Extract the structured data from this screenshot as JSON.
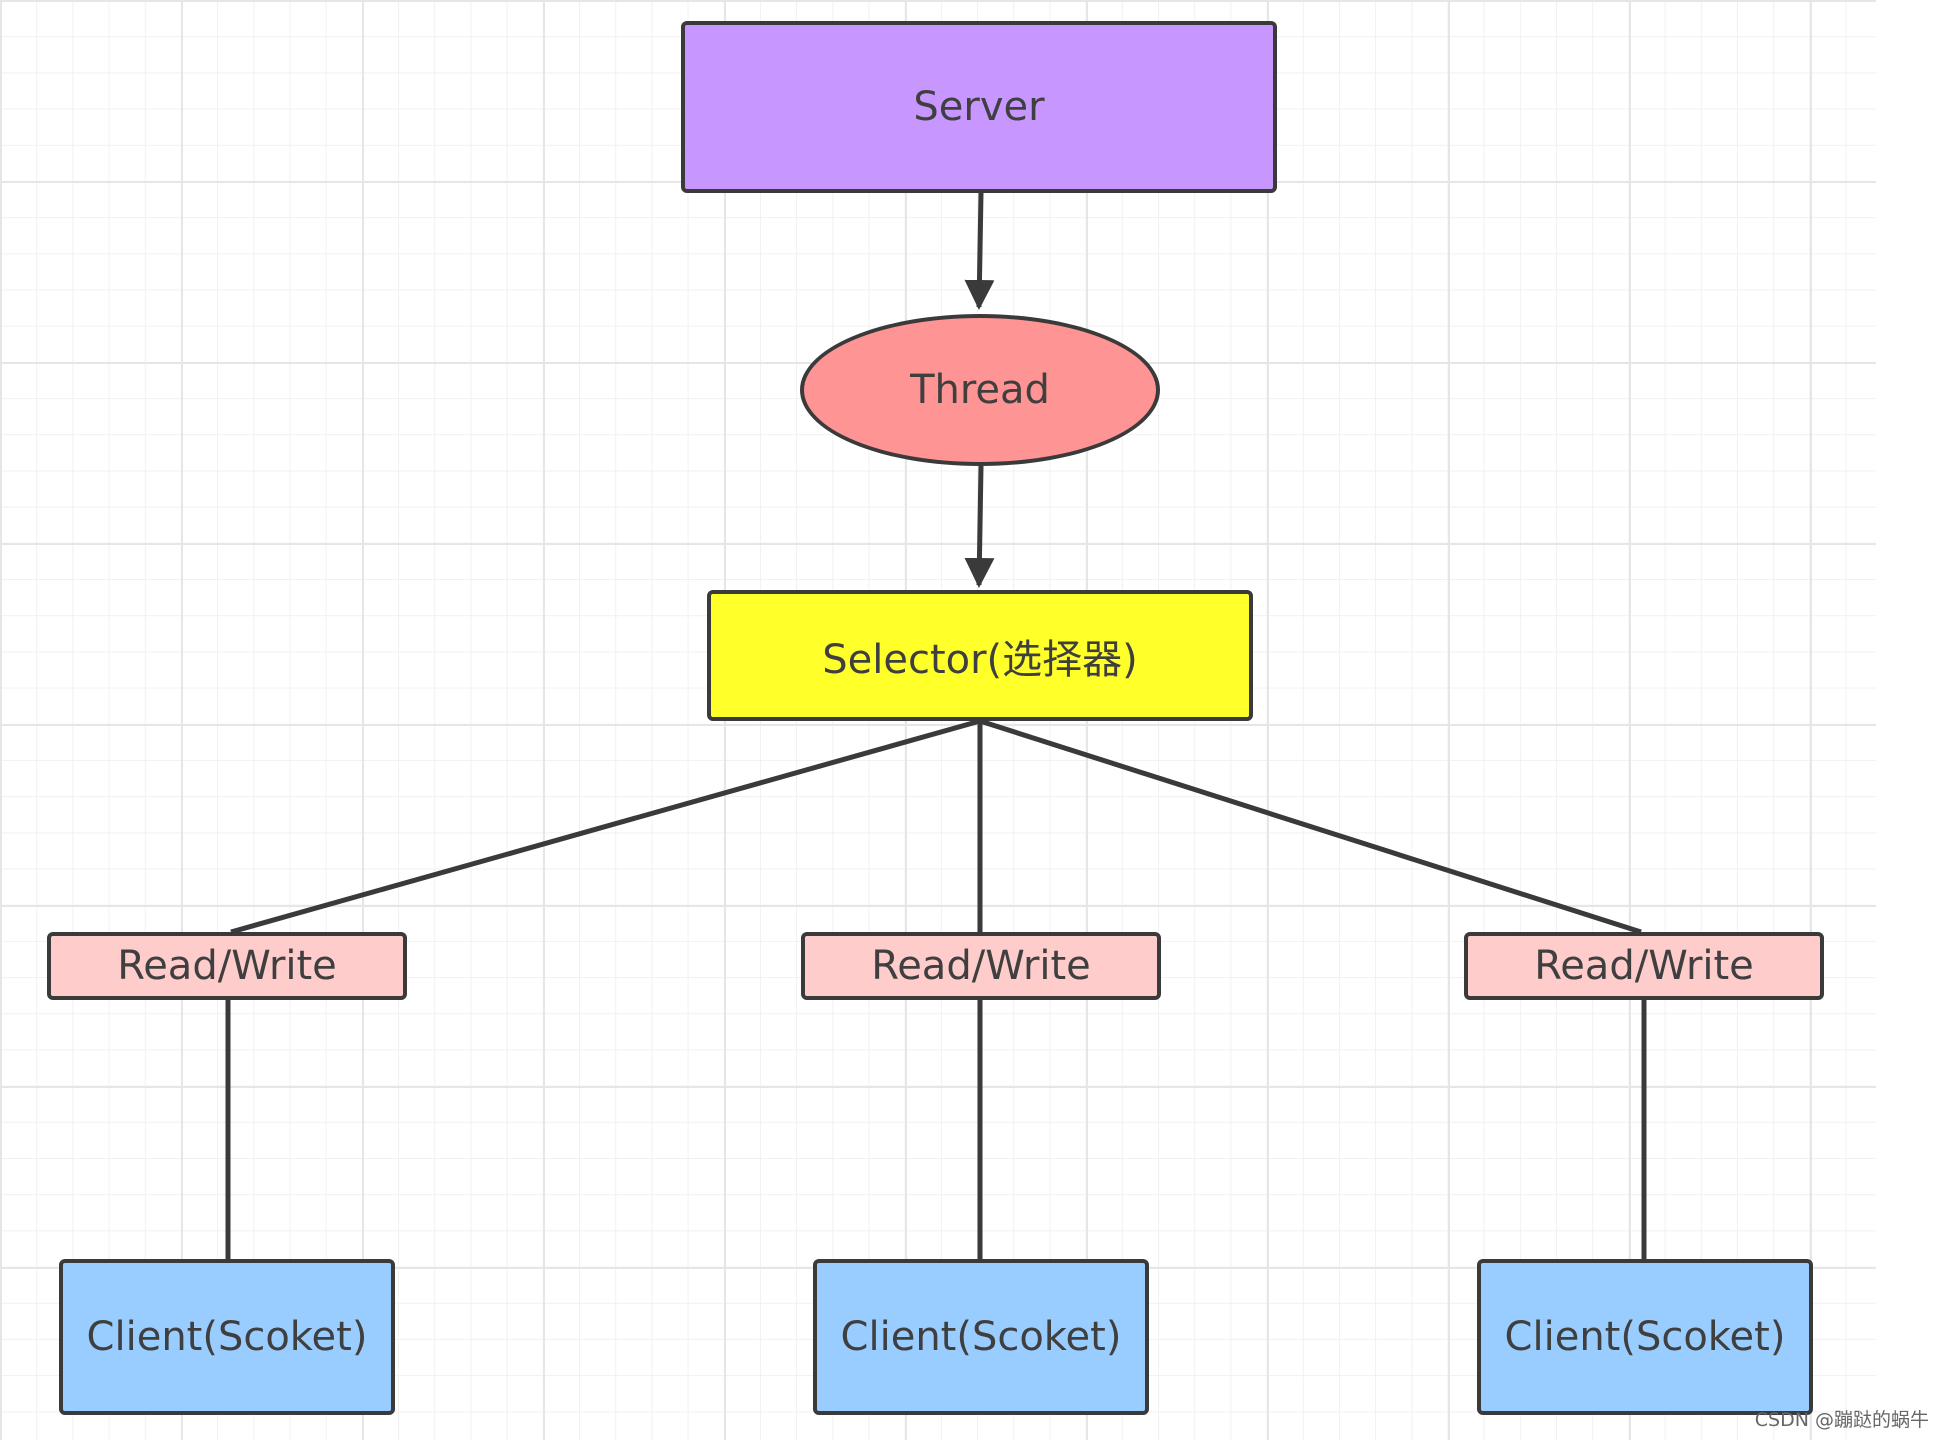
{
  "diagram": {
    "server": {
      "label": "Server",
      "color": "#c797ff"
    },
    "thread": {
      "label": "Thread",
      "color": "#ff9494"
    },
    "selector": {
      "label": "Selector(选择器)",
      "color": "#ffff2a"
    },
    "read_write": [
      {
        "label": "Read/Write",
        "color": "#ffcccc"
      },
      {
        "label": "Read/Write",
        "color": "#ffcccc"
      },
      {
        "label": "Read/Write",
        "color": "#ffcccc"
      }
    ],
    "clients": [
      {
        "label": "Client(Scoket)",
        "color": "#99ccff"
      },
      {
        "label": "Client(Scoket)",
        "color": "#99ccff"
      },
      {
        "label": "Client(Scoket)",
        "color": "#99ccff"
      }
    ],
    "edges": [
      {
        "from": "Server",
        "to": "Thread",
        "arrow": true
      },
      {
        "from": "Thread",
        "to": "Selector(选择器)",
        "arrow": true
      },
      {
        "from": "Selector(选择器)",
        "to": "Read/Write 1",
        "arrow": false
      },
      {
        "from": "Selector(选择器)",
        "to": "Read/Write 2",
        "arrow": false
      },
      {
        "from": "Selector(选择器)",
        "to": "Read/Write 3",
        "arrow": false
      },
      {
        "from": "Read/Write 1",
        "to": "Client(Scoket) 1",
        "arrow": false
      },
      {
        "from": "Read/Write 2",
        "to": "Client(Scoket) 2",
        "arrow": false
      },
      {
        "from": "Read/Write 3",
        "to": "Client(Scoket) 3",
        "arrow": false
      }
    ]
  },
  "watermark": "CSDN @蹦跶的蜗牛"
}
